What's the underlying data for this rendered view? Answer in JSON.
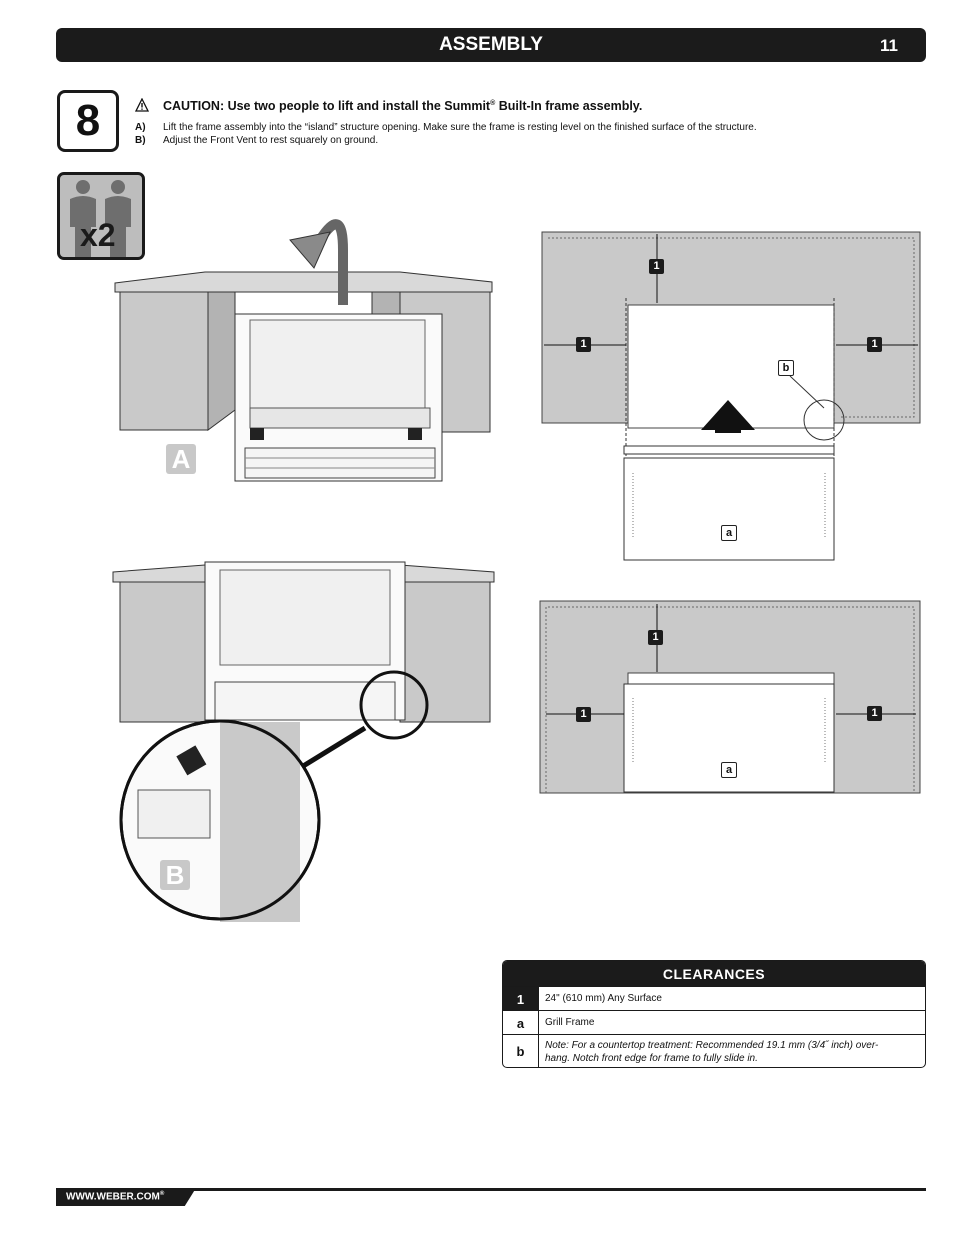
{
  "header": {
    "title": "ASSEMBLY",
    "page_number": "11"
  },
  "step": {
    "number": "8",
    "caution_main": "CAUTION: Use two people to lift and install the Summit",
    "caution_sup": "®",
    "caution_end": " Built-In frame assembly.",
    "instructions": [
      {
        "label": "A)",
        "text": "Lift the frame assembly into the “island” structure opening. Make sure the frame is resting level on the finished surface of the structure."
      },
      {
        "label": "B)",
        "text": "Adjust the Front Vent to rest squarely on ground."
      }
    ],
    "people_label": "x2"
  },
  "figures": {
    "fig_a_label": "A",
    "fig_b_label": "B",
    "callout_1": "1",
    "callout_a": "a",
    "callout_b": "b"
  },
  "clearances": {
    "title": "CLEARANCES",
    "rows": [
      {
        "key": "1",
        "value": "24\" (610 mm) Any Surface"
      },
      {
        "key": "a",
        "value": "Grill Frame"
      },
      {
        "key": "b",
        "value": "Note: For a countertop treatment: Recommended 19.1 mm (3/4˝ inch) over-",
        "value2": "hang. Notch front edge for frame to fully slide in."
      }
    ]
  },
  "footer": {
    "url": "WWW.WEBER.COM",
    "sup": "®"
  }
}
